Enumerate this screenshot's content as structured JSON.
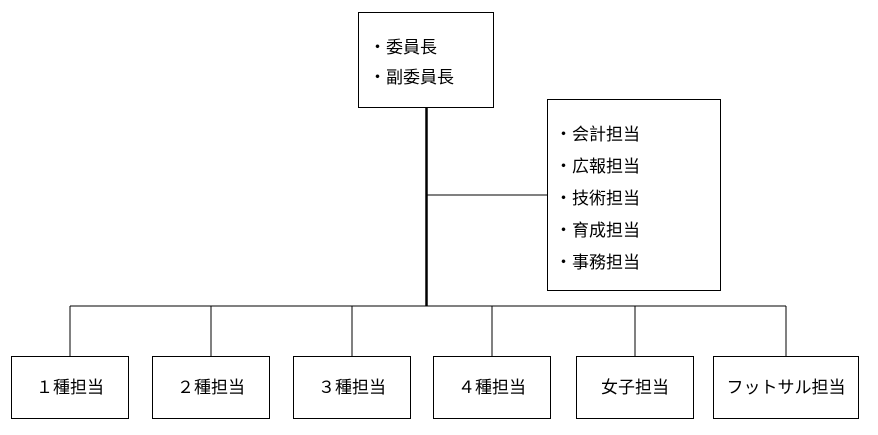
{
  "leadership": {
    "roles": [
      "・委員長",
      "・副委員長"
    ]
  },
  "staff": {
    "roles": [
      "・会計担当",
      "・広報担当",
      "・技術担当",
      "・育成担当",
      "・事務担当"
    ]
  },
  "divisions": [
    {
      "label": "１種担当"
    },
    {
      "label": "２種担当"
    },
    {
      "label": "３種担当"
    },
    {
      "label": "４種担当"
    },
    {
      "label": "女子担当"
    },
    {
      "label": "フットサル担当"
    }
  ]
}
